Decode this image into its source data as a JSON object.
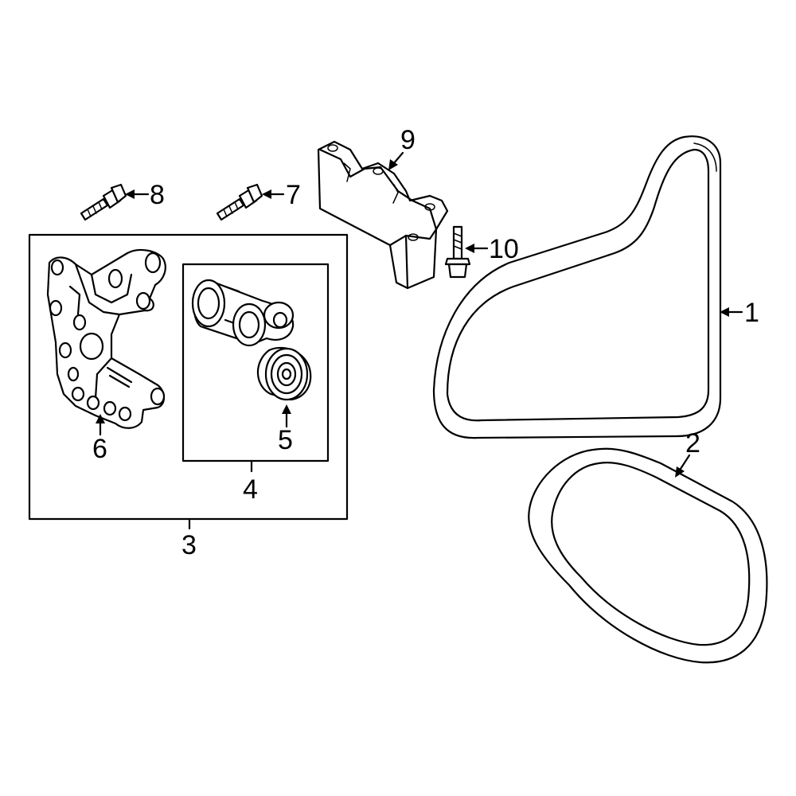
{
  "callouts": {
    "belt_large": "1",
    "belt_small": "2",
    "tensioner_assembly": "3",
    "tensioner_subassembly": "4",
    "idler_pulley": "5",
    "bracket": "6",
    "bolt_7": "7",
    "bolt_8": "8",
    "mount_bracket": "9",
    "bolt_10": "10"
  }
}
